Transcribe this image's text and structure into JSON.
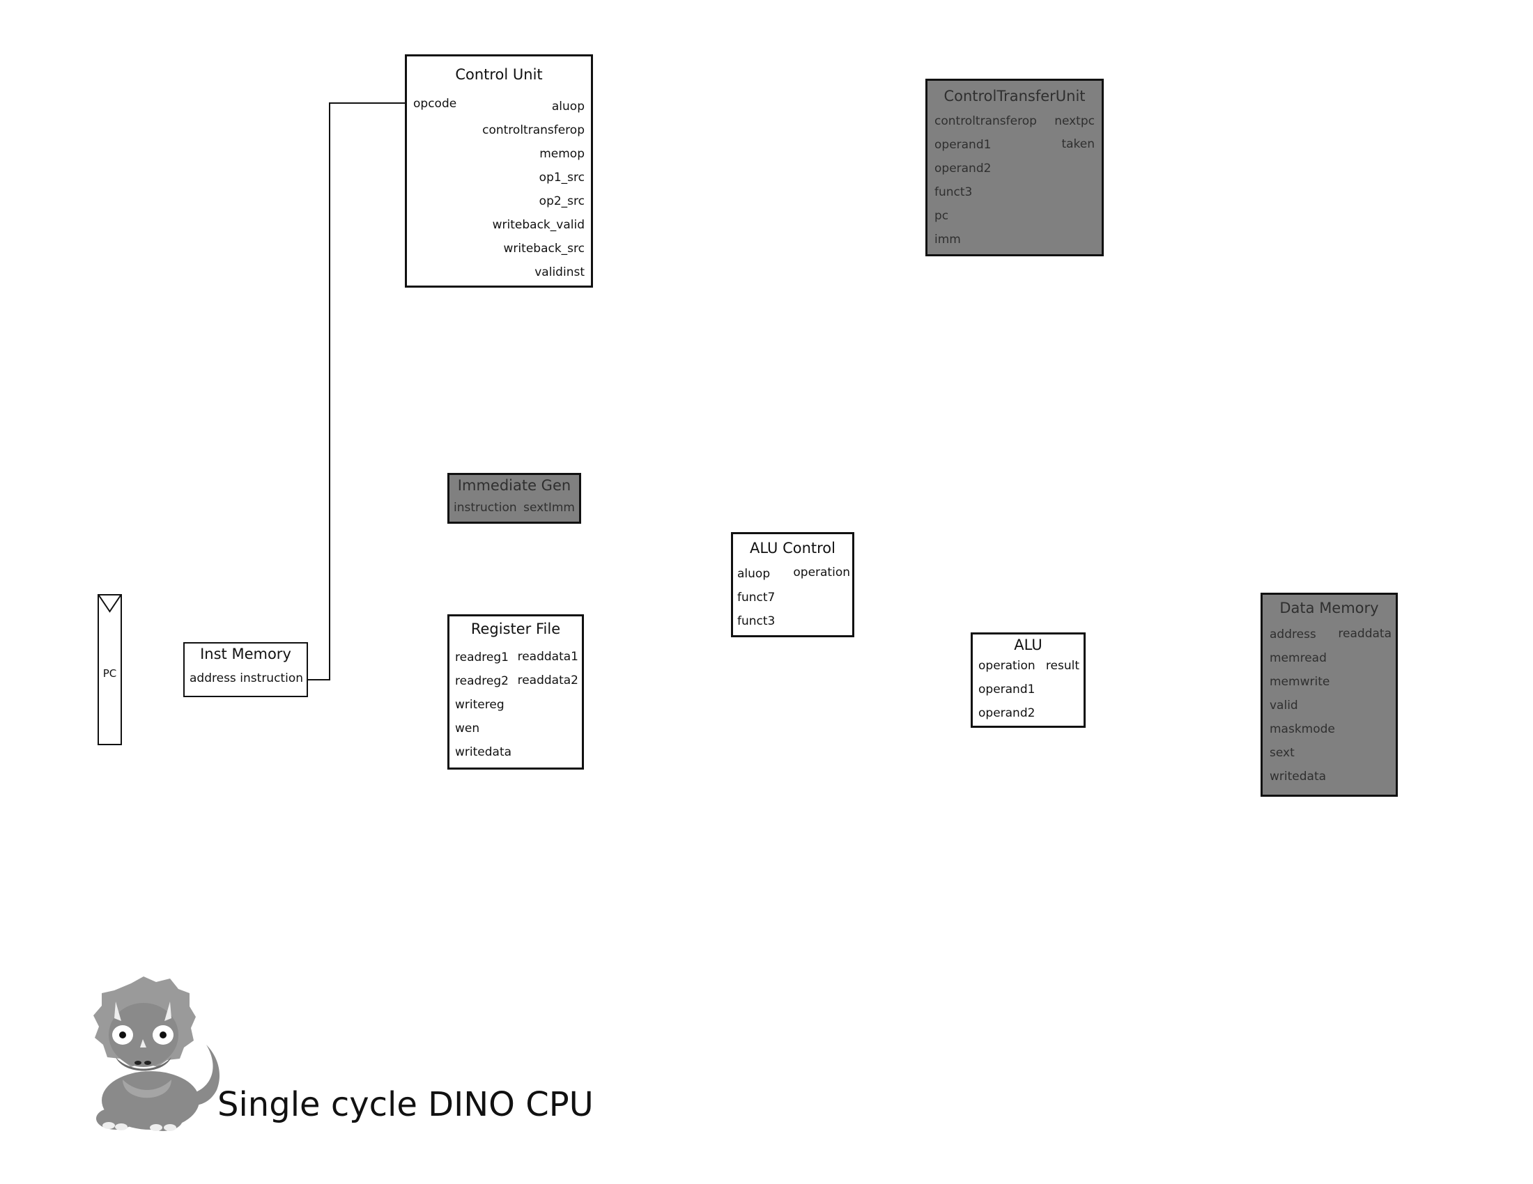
{
  "diagram": {
    "caption": "Single cycle DINO CPU",
    "pc": {
      "label": "PC"
    },
    "control_unit": {
      "title": "Control Unit",
      "inputs": [
        "opcode"
      ],
      "outputs": [
        "aluop",
        "controltransferop",
        "memop",
        "op1_src",
        "op2_src",
        "writeback_valid",
        "writeback_src",
        "validinst"
      ]
    },
    "control_transfer_unit": {
      "title": "ControlTransferUnit",
      "inputs": [
        "controltransferop",
        "operand1",
        "operand2",
        "funct3",
        "pc",
        "imm"
      ],
      "outputs": [
        "nextpc",
        "taken"
      ]
    },
    "immediate_gen": {
      "title": "Immediate Gen",
      "inputs": [
        "instruction"
      ],
      "outputs": [
        "sextImm"
      ]
    },
    "alu_control": {
      "title": "ALU Control",
      "inputs": [
        "aluop",
        "funct7",
        "funct3"
      ],
      "outputs": [
        "operation"
      ]
    },
    "inst_memory": {
      "title": "Inst Memory",
      "inputs": [
        "address"
      ],
      "outputs": [
        "instruction"
      ]
    },
    "register_file": {
      "title": "Register File",
      "inputs": [
        "readreg1",
        "readreg2",
        "writereg",
        "wen",
        "writedata"
      ],
      "outputs": [
        "readdata1",
        "readdata2"
      ]
    },
    "alu": {
      "title": "ALU",
      "inputs": [
        "operation",
        "operand1",
        "operand2"
      ],
      "outputs": [
        "result"
      ]
    },
    "data_memory": {
      "title": "Data Memory",
      "inputs": [
        "address",
        "memread",
        "memwrite",
        "valid",
        "maskmode",
        "sext",
        "writedata"
      ],
      "outputs": [
        "readdata"
      ]
    },
    "colors": {
      "active_block": "#ffffff",
      "inactive_block": "#808080",
      "wire": "#111111"
    },
    "mascot_icon": "triceratops-icon"
  }
}
